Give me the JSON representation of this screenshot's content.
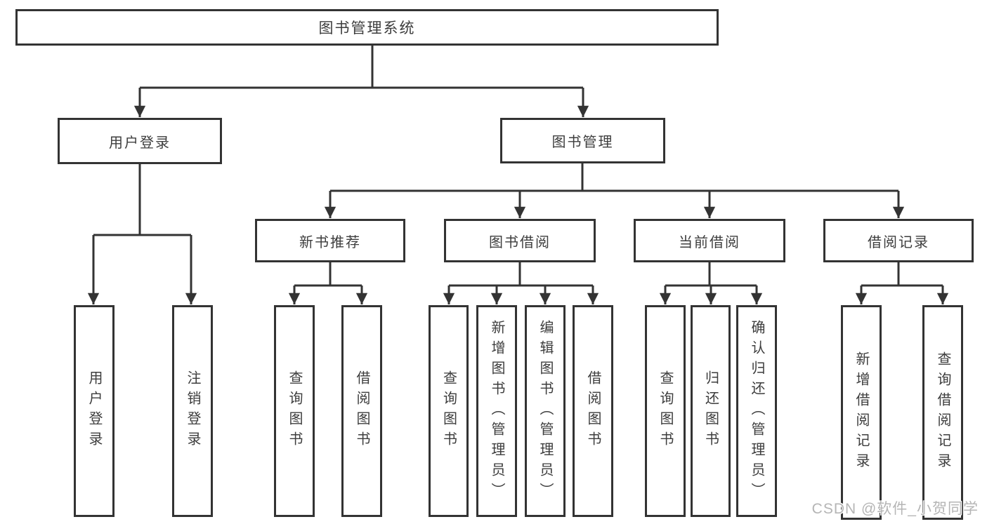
{
  "tree": {
    "label": "图书管理系统",
    "children": [
      {
        "label": "用户登录",
        "children": [
          {
            "label": "用户登录"
          },
          {
            "label": "注销登录"
          }
        ]
      },
      {
        "label": "图书管理",
        "children": [
          {
            "label": "新书推荐",
            "children": [
              {
                "label": "查询图书"
              },
              {
                "label": "借阅图书"
              }
            ]
          },
          {
            "label": "图书借阅",
            "children": [
              {
                "label": "查询图书"
              },
              {
                "label": "新增图书（管理员）"
              },
              {
                "label": "编辑图书（管理员）"
              },
              {
                "label": "借阅图书"
              }
            ]
          },
          {
            "label": "当前借阅",
            "children": [
              {
                "label": "查询图书"
              },
              {
                "label": "归还图书"
              },
              {
                "label": "确认归还（管理员）"
              }
            ]
          },
          {
            "label": "借阅记录",
            "children": [
              {
                "label": "新增借阅记录"
              },
              {
                "label": "查询借阅记录"
              }
            ]
          }
        ]
      }
    ]
  },
  "watermark": "CSDN @软件_小贺同学",
  "colors": {
    "line": "#333333",
    "text": "#3d3d3d",
    "box_fill": "#ffffff",
    "watermark": "#b5b5b5"
  }
}
